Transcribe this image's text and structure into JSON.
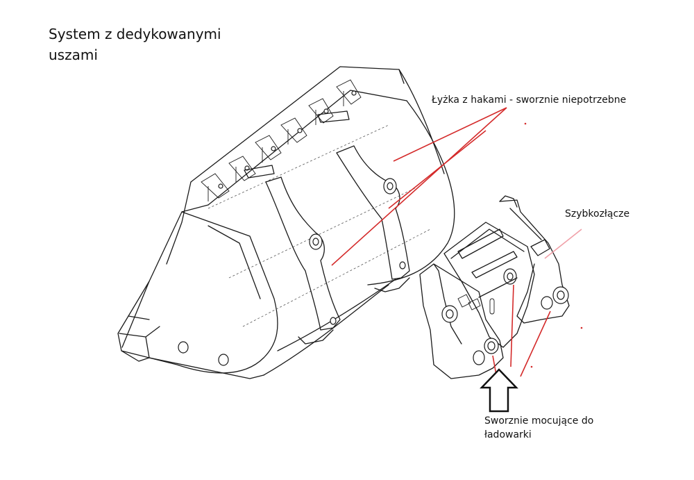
{
  "title": "System z dedykowanymi\nuszami",
  "labels": {
    "bucket": "Łyżka z hakami - sworznie niepotrzebne",
    "coupler": "Szybkozłącze",
    "pins": "Sworznie mocujące do\nładowarki"
  },
  "colors": {
    "leader_lines": "#d42a2a",
    "coupler_leader": "#f0a0a8",
    "drawing": "#1a1a1a"
  }
}
